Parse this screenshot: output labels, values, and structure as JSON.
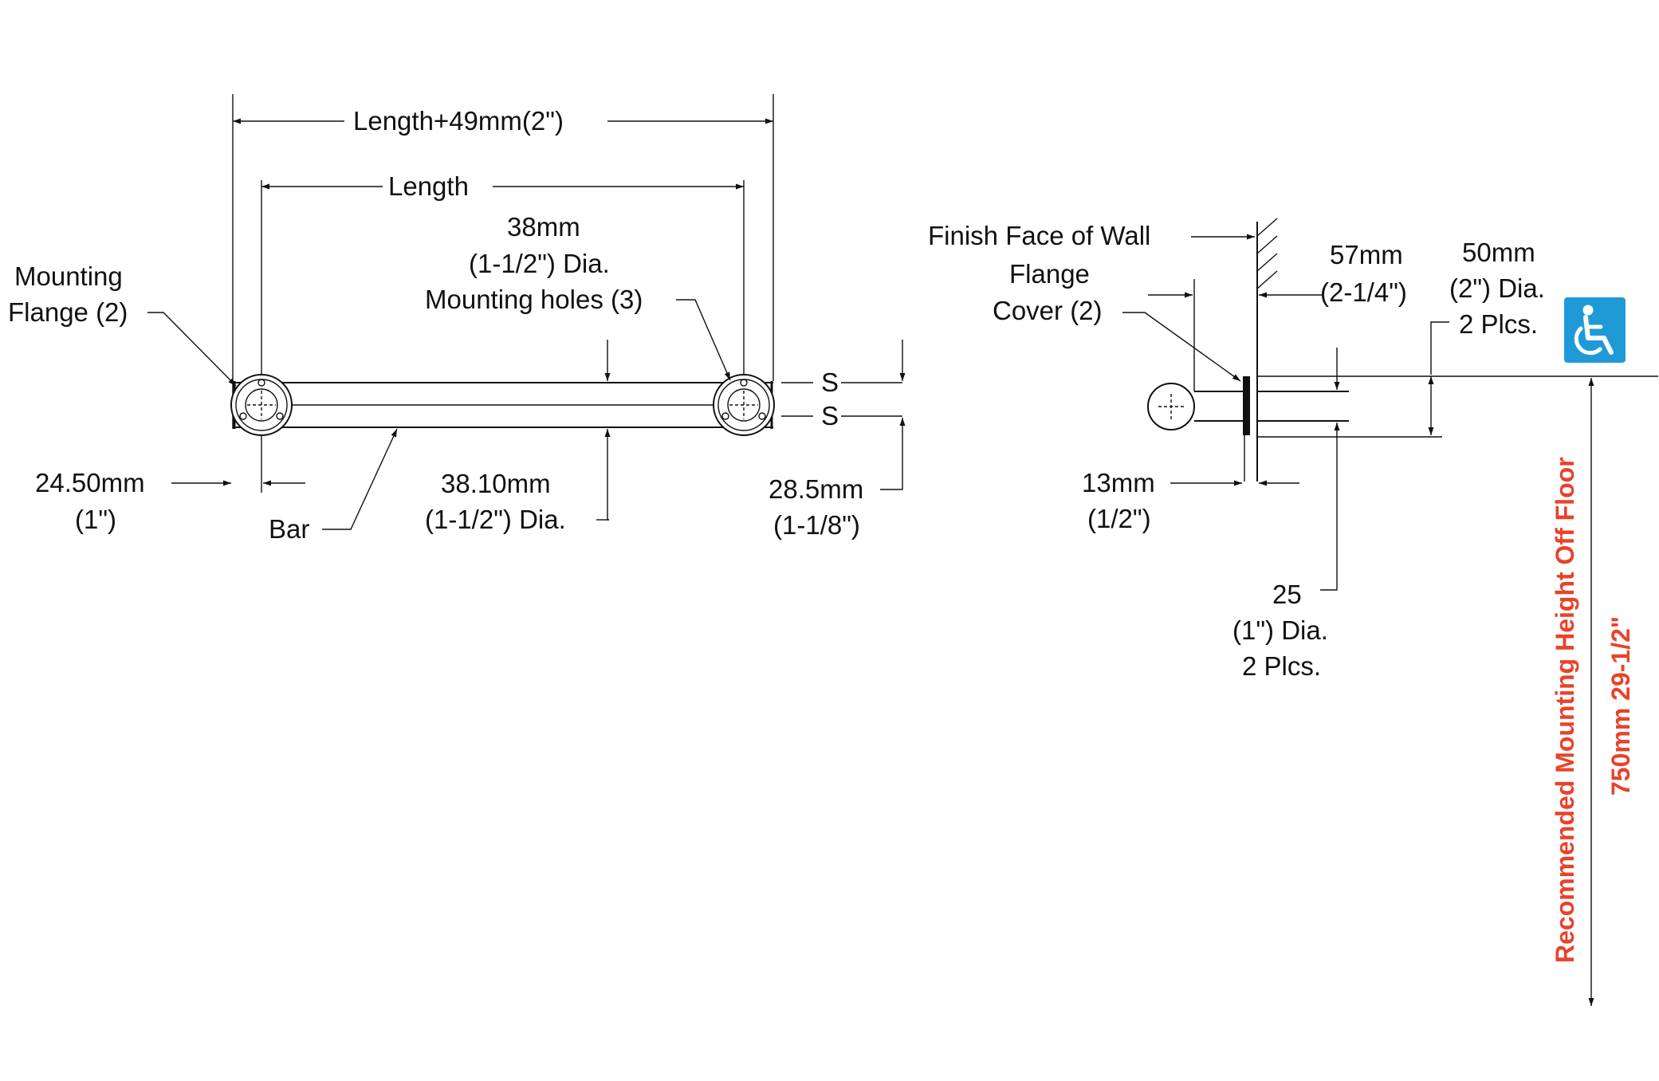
{
  "front_view": {
    "overall_length": "Length+49mm(2\")",
    "length": "Length",
    "hole_dia_1": "38mm",
    "hole_dia_2": "(1-1/2\") Dia.",
    "hole_label": "Mounting holes (3)",
    "flange_1": "Mounting",
    "flange_2": "Flange (2)",
    "s_top": "S",
    "s_bottom": "S",
    "offset_1": "24.50mm",
    "offset_2": "(1\")",
    "bar": "Bar",
    "bar_dia_1": "38.10mm",
    "bar_dia_2": "(1-1/2\") Dia.",
    "depth_1": "28.5mm",
    "depth_2": "(1-1/8\")"
  },
  "side_view": {
    "wall": "Finish Face of Wall",
    "cover_1": "Flange",
    "cover_2": "Cover (2)",
    "proj_1": "57mm",
    "proj_2": "(2-1/4\")",
    "flange_dia_1": "50mm",
    "flange_dia_2": "(2\") Dia.",
    "flange_dia_3": "2 Plcs.",
    "thick_1": "13mm",
    "thick_2": "(1/2\")",
    "post_dia_1": "25",
    "post_dia_2": "(1\") Dia.",
    "post_dia_3": "2 Plcs."
  },
  "mounting_height": {
    "label": "Recommended Mounting Height Off Floor",
    "value": "750mm   29-1/2\""
  },
  "accessibility_icon": "wheelchair-icon",
  "colors": {
    "accent_red": "#e8432b",
    "badge_blue": "#1f9ad6"
  }
}
